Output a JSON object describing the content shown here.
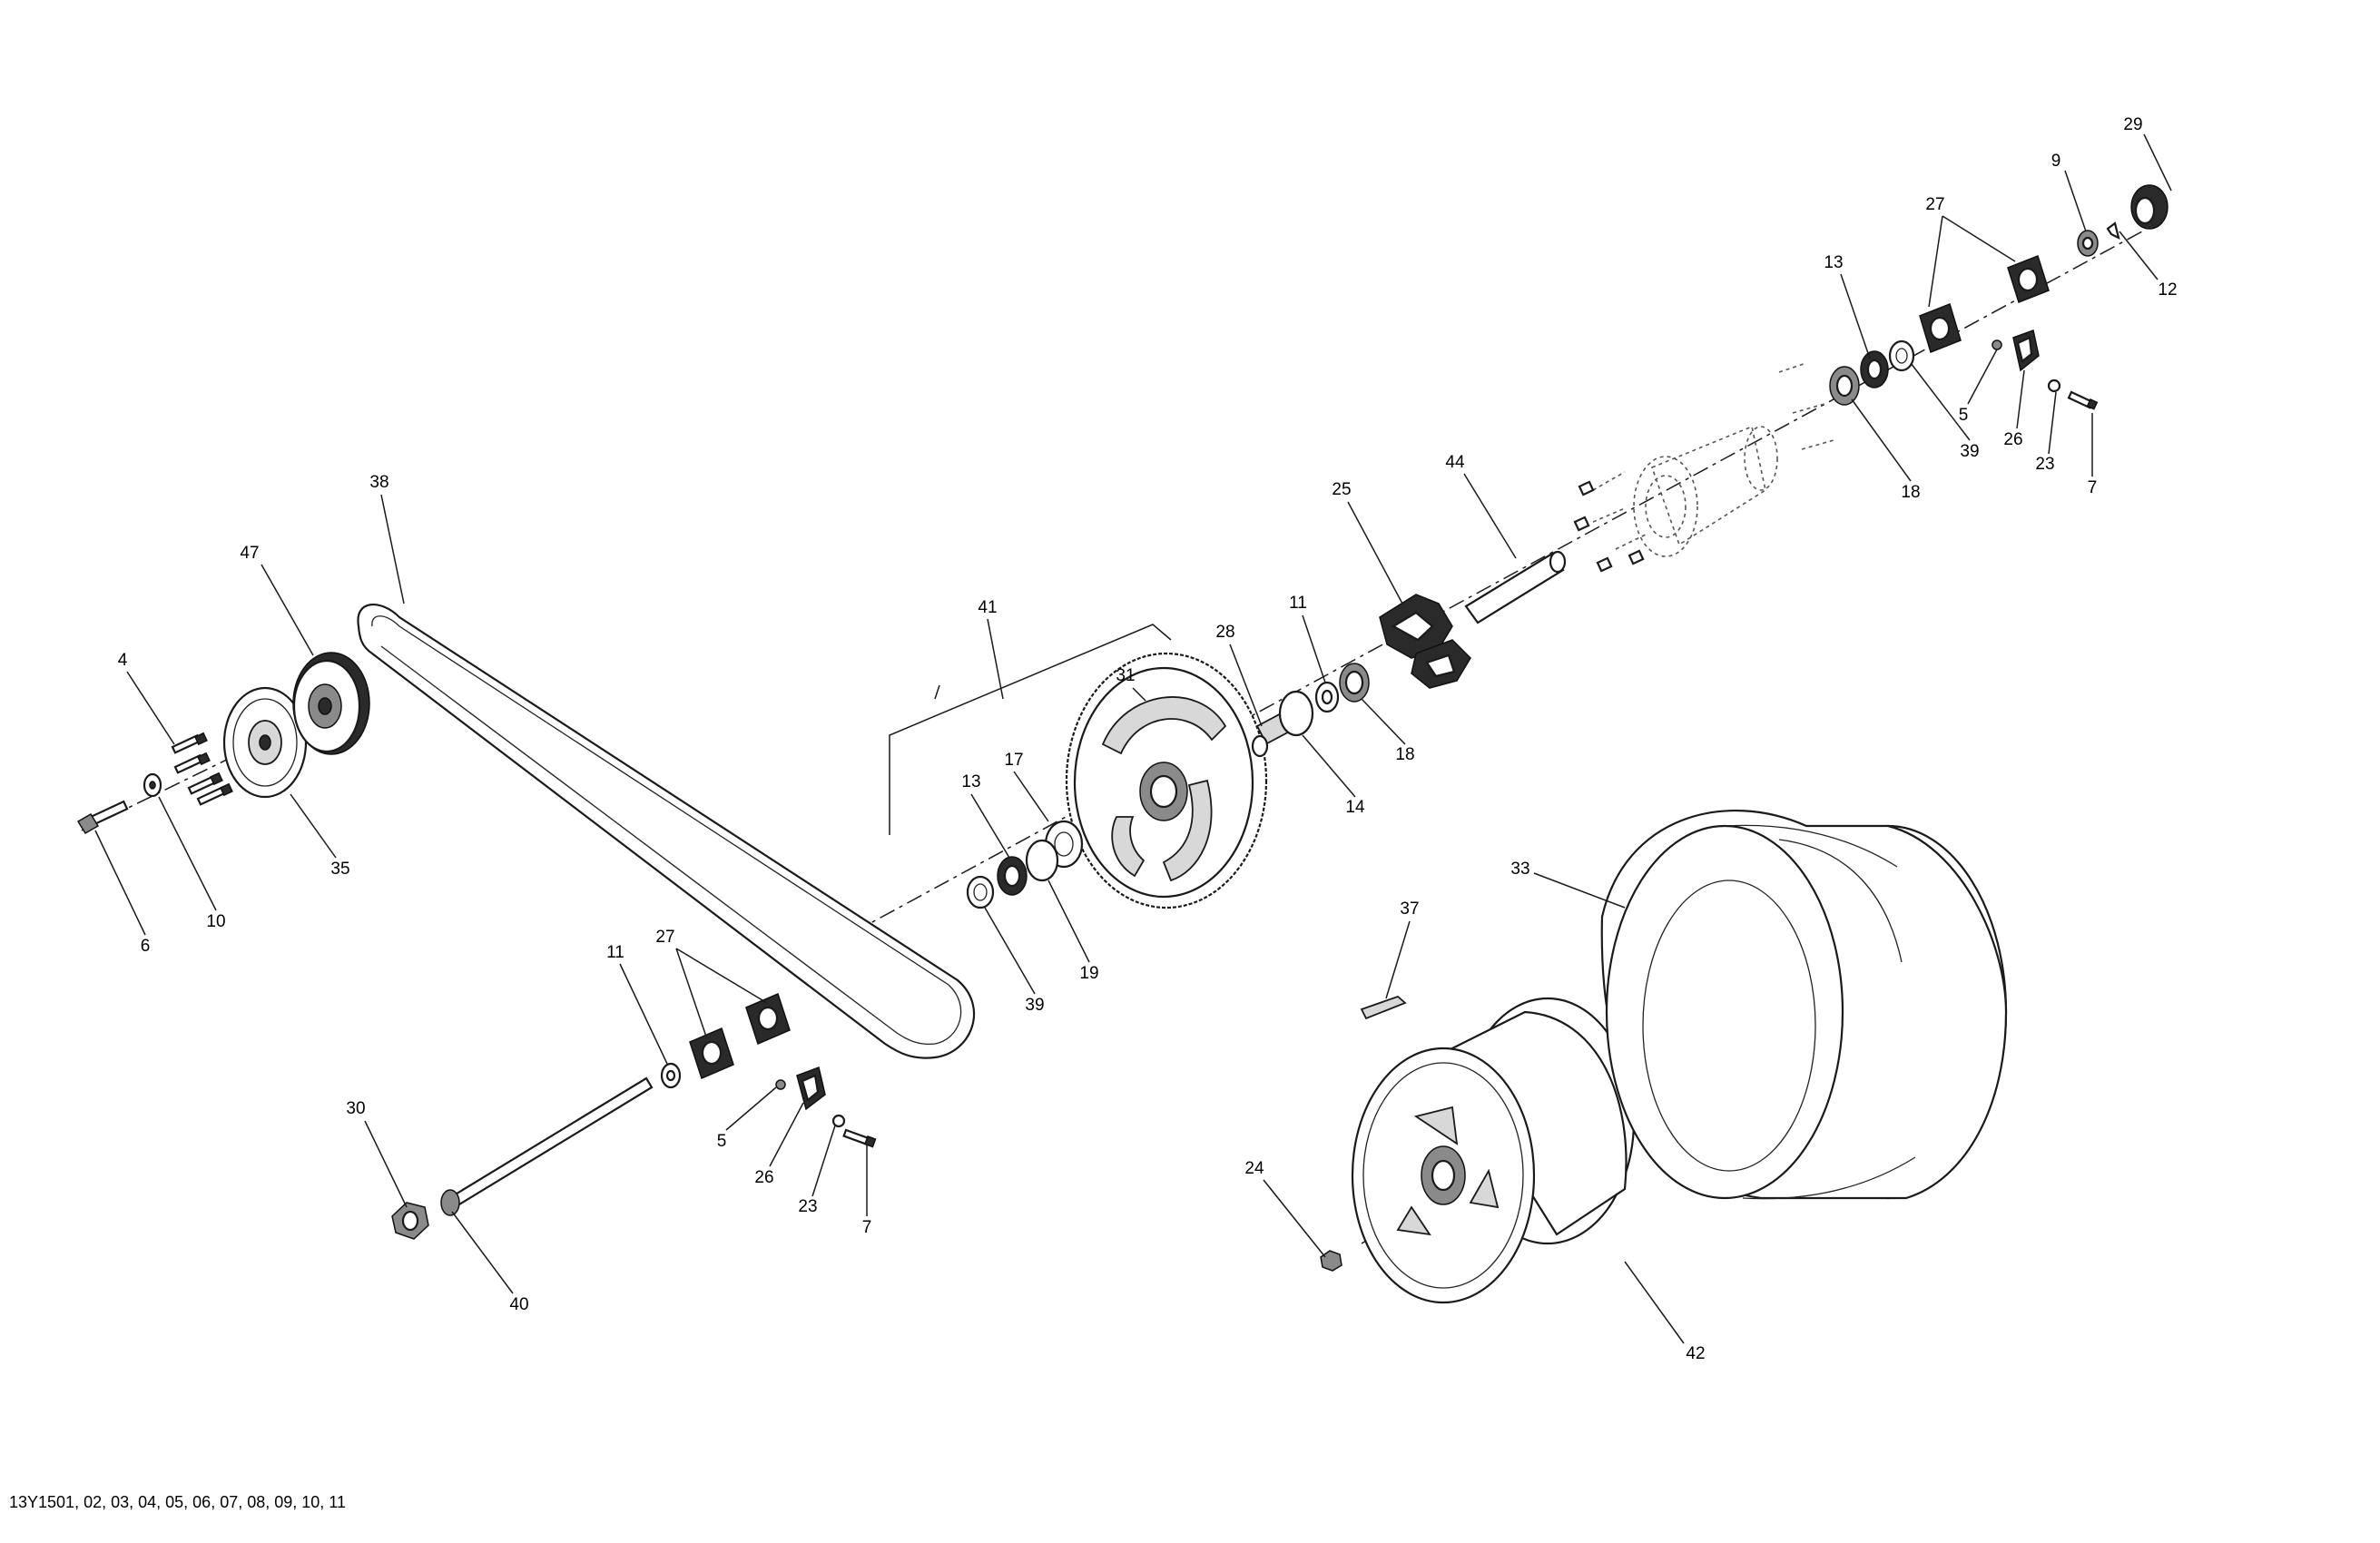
{
  "figure_code": "13Y1501, 02, 03, 04, 05, 06, 07, 08, 09, 10, 11",
  "callouts": {
    "c29": "29",
    "c9": "9",
    "c12": "12",
    "c27a": "27",
    "c13a": "13",
    "c5a": "5",
    "c26a": "26",
    "c23a": "23",
    "c7a": "7",
    "c39a": "39",
    "c18a": "18",
    "c44": "44",
    "c25": "25",
    "c11a": "11",
    "c18b": "18",
    "c14": "14",
    "c28": "28",
    "c31": "31",
    "c41": "41",
    "c17": "17",
    "c13b": "13",
    "c19": "19",
    "c39b": "39",
    "c38": "38",
    "c47": "47",
    "c4": "4",
    "c35": "35",
    "c10": "10",
    "c6": "6",
    "c11b": "11",
    "c27b": "27",
    "c5b": "5",
    "c26b": "26",
    "c23b": "23",
    "c7b": "7",
    "c30": "30",
    "c40": "40",
    "c33": "33",
    "c37": "37",
    "c24": "24",
    "c42": "42"
  }
}
